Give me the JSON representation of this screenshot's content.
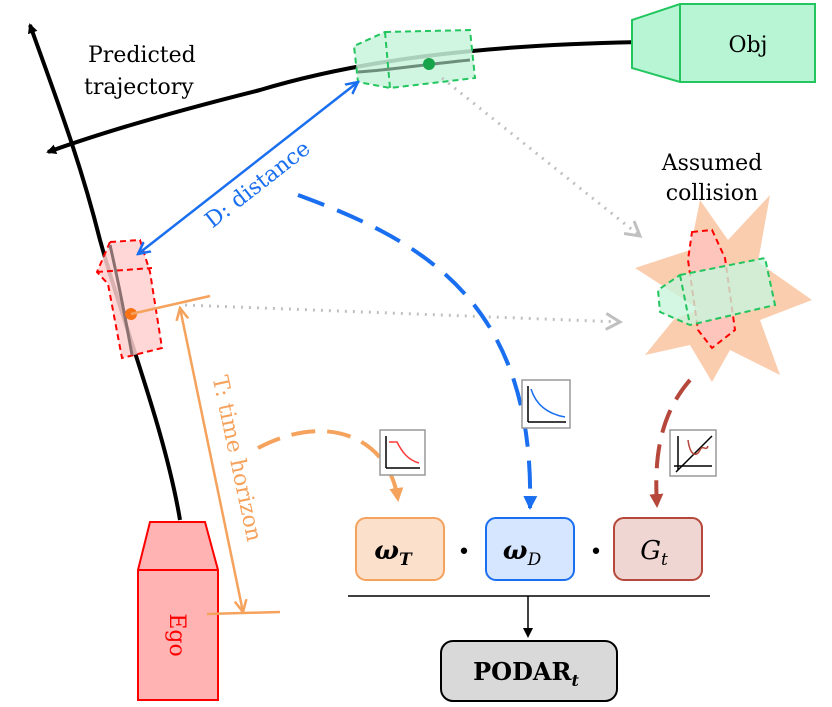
{
  "labels": {
    "predicted_line1": "Predicted",
    "predicted_line2": "trajectory",
    "obj": "Obj",
    "ego": "Ego",
    "distance": "D: distance",
    "time_horizon": "T: time horizon",
    "assumed_line1": "Assumed",
    "assumed_line2": "collision"
  },
  "formula": {
    "omega_t_main": "ω",
    "omega_t_sub": "T",
    "omega_d_main": "ω",
    "omega_d_sub": "D",
    "g_main": "G",
    "g_sub": "t",
    "dot": "•",
    "result_main": "PODAR",
    "result_sub": "t"
  },
  "colors": {
    "ego": "#ff0000",
    "ego_fill": "#ffb3b3",
    "obj": "#22c55e",
    "obj_fill": "#b7f5d4",
    "distance": "#1a6ff0",
    "time": "#f5a25d",
    "gt": "#b5473b",
    "gray": "#c0c0c0",
    "omega_t_fill": "#fbe0cc",
    "omega_d_fill": "#d6e6ff",
    "g_fill": "#f0d6d3",
    "result_fill": "#d9d9d9"
  }
}
